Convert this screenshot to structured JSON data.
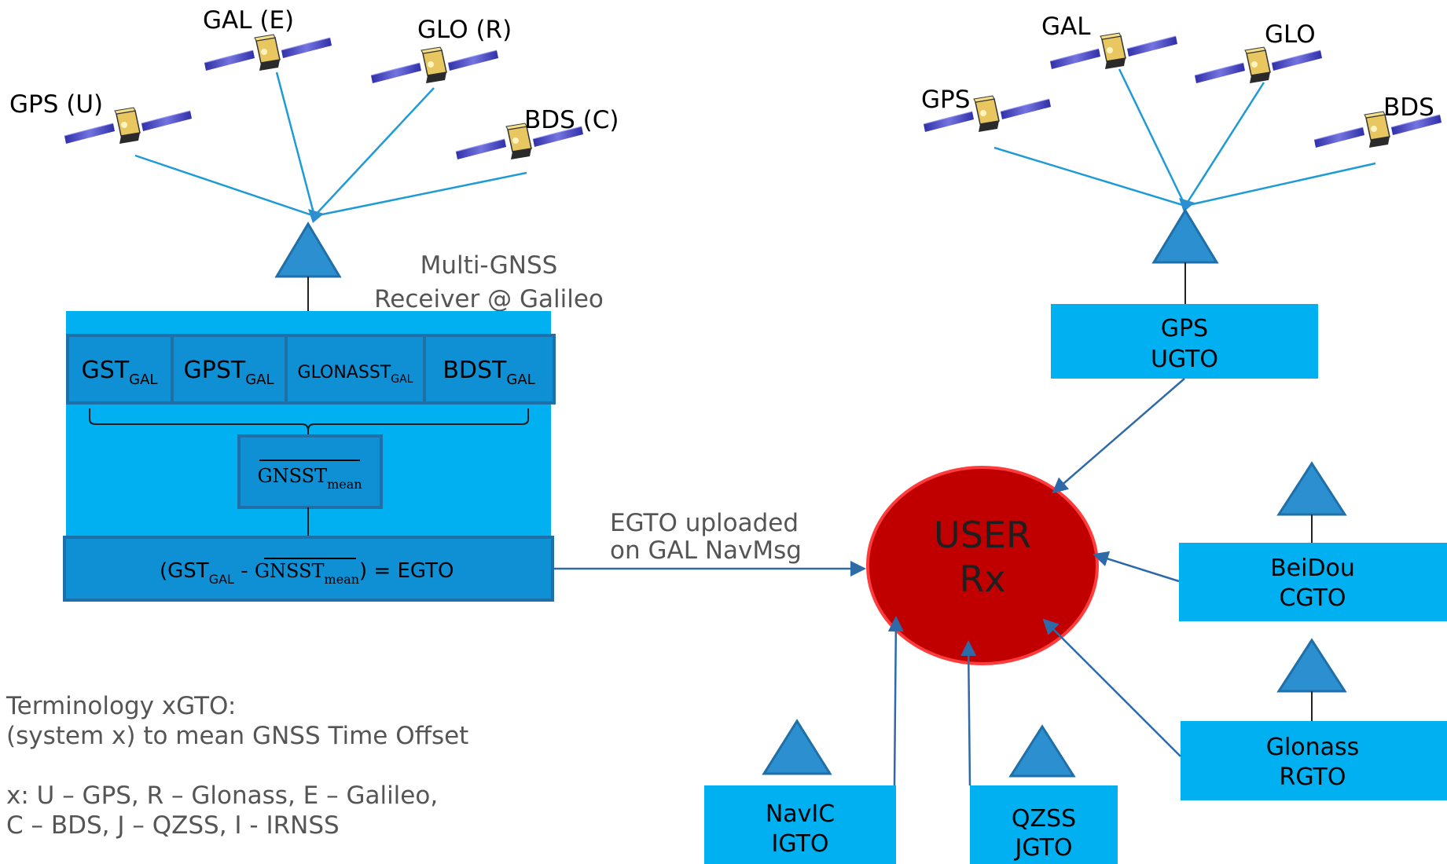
{
  "left_satellites": {
    "gps": "GPS (U)",
    "gal": "GAL (E)",
    "glo": "GLO (R)",
    "bds": "BDS (C)"
  },
  "right_satellites": {
    "gps": "GPS",
    "gal": "GAL",
    "glo": "GLO",
    "bds": "BDS"
  },
  "receiver_label": [
    "Multi-GNSS",
    "Receiver @ Galileo"
  ],
  "time_boxes": [
    {
      "main": "GST",
      "sub": "GAL"
    },
    {
      "main": "GPST",
      "sub": "GAL"
    },
    {
      "main": "GLONASST",
      "sub": "GAL"
    },
    {
      "main": "BDST",
      "sub": "GAL"
    }
  ],
  "mean_box": {
    "main": "GNSST",
    "sub": "mean"
  },
  "egto_formula": {
    "open": "(GST",
    "sub1": "GAL",
    "minus": " - ",
    "main2": "GNSST",
    "sub2": "mean",
    "close": ") = EGTO"
  },
  "upload_label": [
    "EGTO uploaded",
    "on GAL NavMsg"
  ],
  "user_rx": [
    "USER",
    "Rx"
  ],
  "gto_boxes": {
    "gps": [
      "GPS",
      "UGTO"
    ],
    "beidou": [
      "BeiDou",
      "CGTO"
    ],
    "glonass": [
      "Glonass",
      "RGTO"
    ],
    "navic": [
      "NavIC",
      "IGTO"
    ],
    "qzss": [
      "QZSS",
      "JGTO"
    ]
  },
  "terminology": [
    "Terminology xGTO:",
    "(system x) to mean GNSS Time Offset",
    "",
    "x: U – GPS, R – Glonass, E – Galileo,",
    "C – BDS, J – QZSS, I - IRNSS"
  ],
  "colors": {
    "light_blue": "#00B0F0",
    "box_blue": "#0F8FD4",
    "box_border": "#1F6FA8",
    "antenna_blue": "#2B8FD0",
    "signal_line": "#1E9BD7",
    "arrow": "#2E6AA8",
    "user_red": "#C00000",
    "user_border": "#FF3B3B"
  }
}
